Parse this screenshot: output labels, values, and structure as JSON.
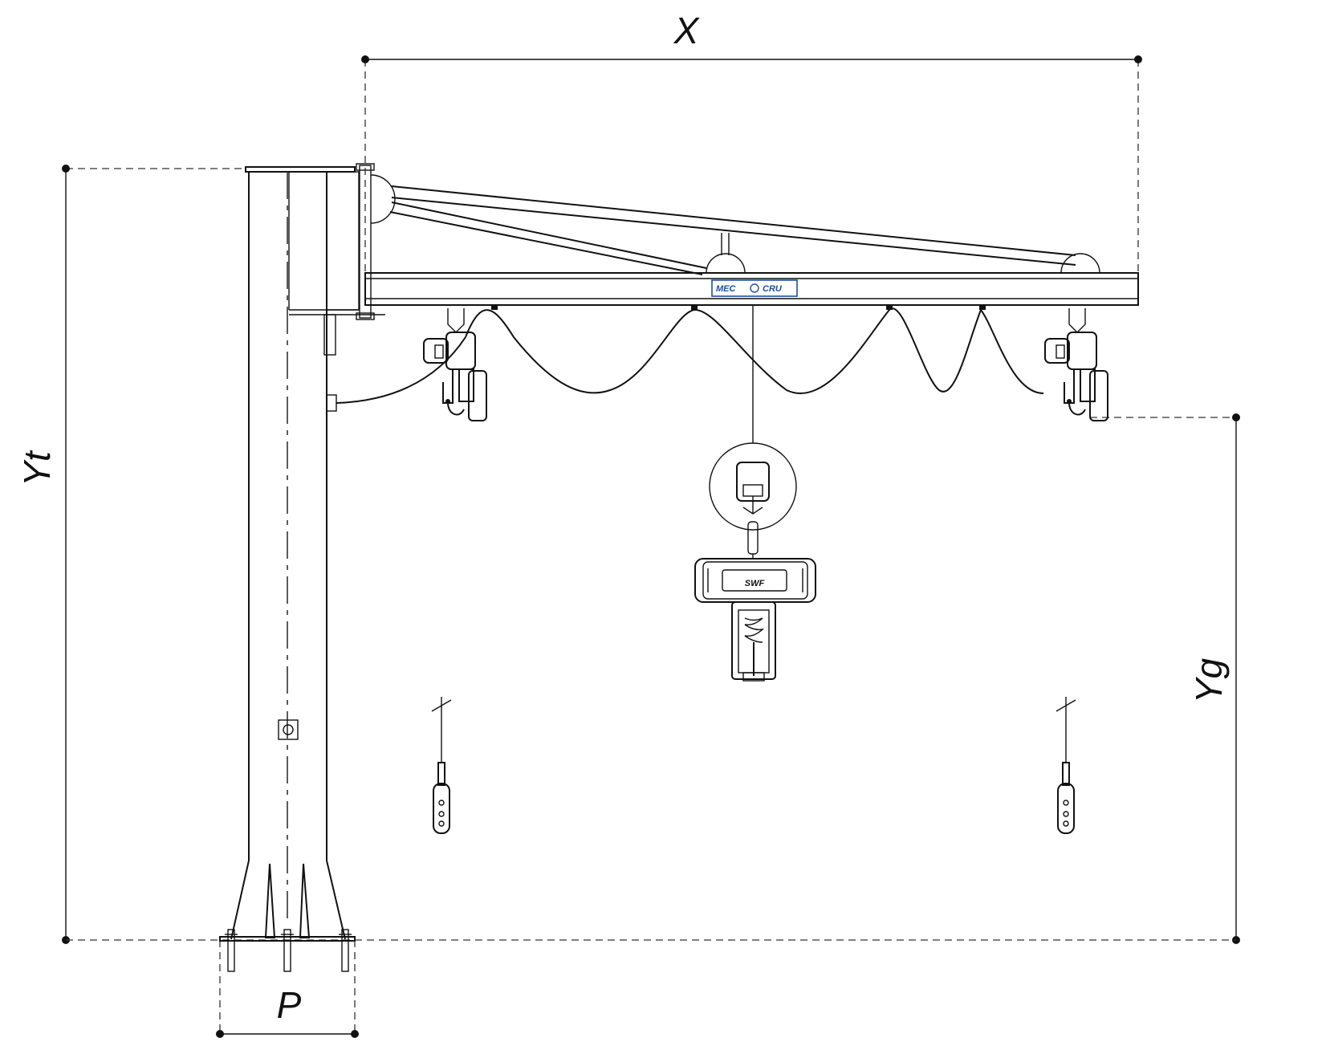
{
  "dimensions": {
    "x_label": "X",
    "yt_label": "Yt",
    "yg_label": "Yg",
    "p_label": "P"
  },
  "logos": {
    "beam_logo": "MEC",
    "beam_logo_2": "CRU",
    "hoist_logo": "SWF"
  },
  "colors": {
    "line": "#111111",
    "logo_blue": "#1f4fa0"
  }
}
